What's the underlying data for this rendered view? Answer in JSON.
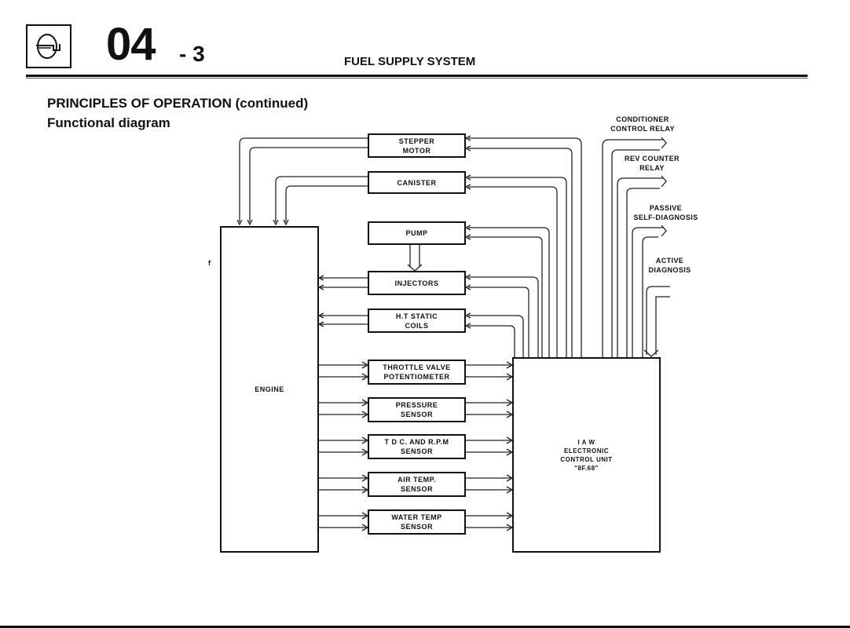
{
  "header": {
    "logo_icon": "engine-fuel-icon",
    "section_number": "04",
    "section_sub": "- 3",
    "section_title": "FUEL SUPPLY SYSTEM"
  },
  "page": {
    "heading": "PRINCIPLES OF OPERATION (continued)",
    "subheading": "Functional diagram"
  },
  "diagram": {
    "engine": "ENGINE",
    "ecu": "I A W\nELECTRONIC\nCONTROL UNIT\n\"8F.68\"",
    "actuators": [
      {
        "label": "STEPPER\nMOTOR"
      },
      {
        "label": "CANISTER"
      },
      {
        "label": "PUMP"
      },
      {
        "label": "INJECTORS"
      },
      {
        "label": "H.T STATIC\nCOILS"
      }
    ],
    "sensors": [
      {
        "label": "THROTTLE VALVE\nPOTENTIOMETER"
      },
      {
        "label": "PRESSURE\nSENSOR"
      },
      {
        "label": "T D C. AND R.P.M\nSENSOR"
      },
      {
        "label": "AIR TEMP.\nSENSOR"
      },
      {
        "label": "WATER TEMP\nSENSOR"
      }
    ],
    "outputs": [
      {
        "label": "CONDITIONER\nCONTROL RELAY"
      },
      {
        "label": "REV COUNTER\nRELAY"
      },
      {
        "label": "PASSIVE\nSELF-DIAGNOSIS"
      },
      {
        "label": "ACTIVE\nDIAGNOSIS"
      }
    ],
    "stray_mark": "f"
  }
}
